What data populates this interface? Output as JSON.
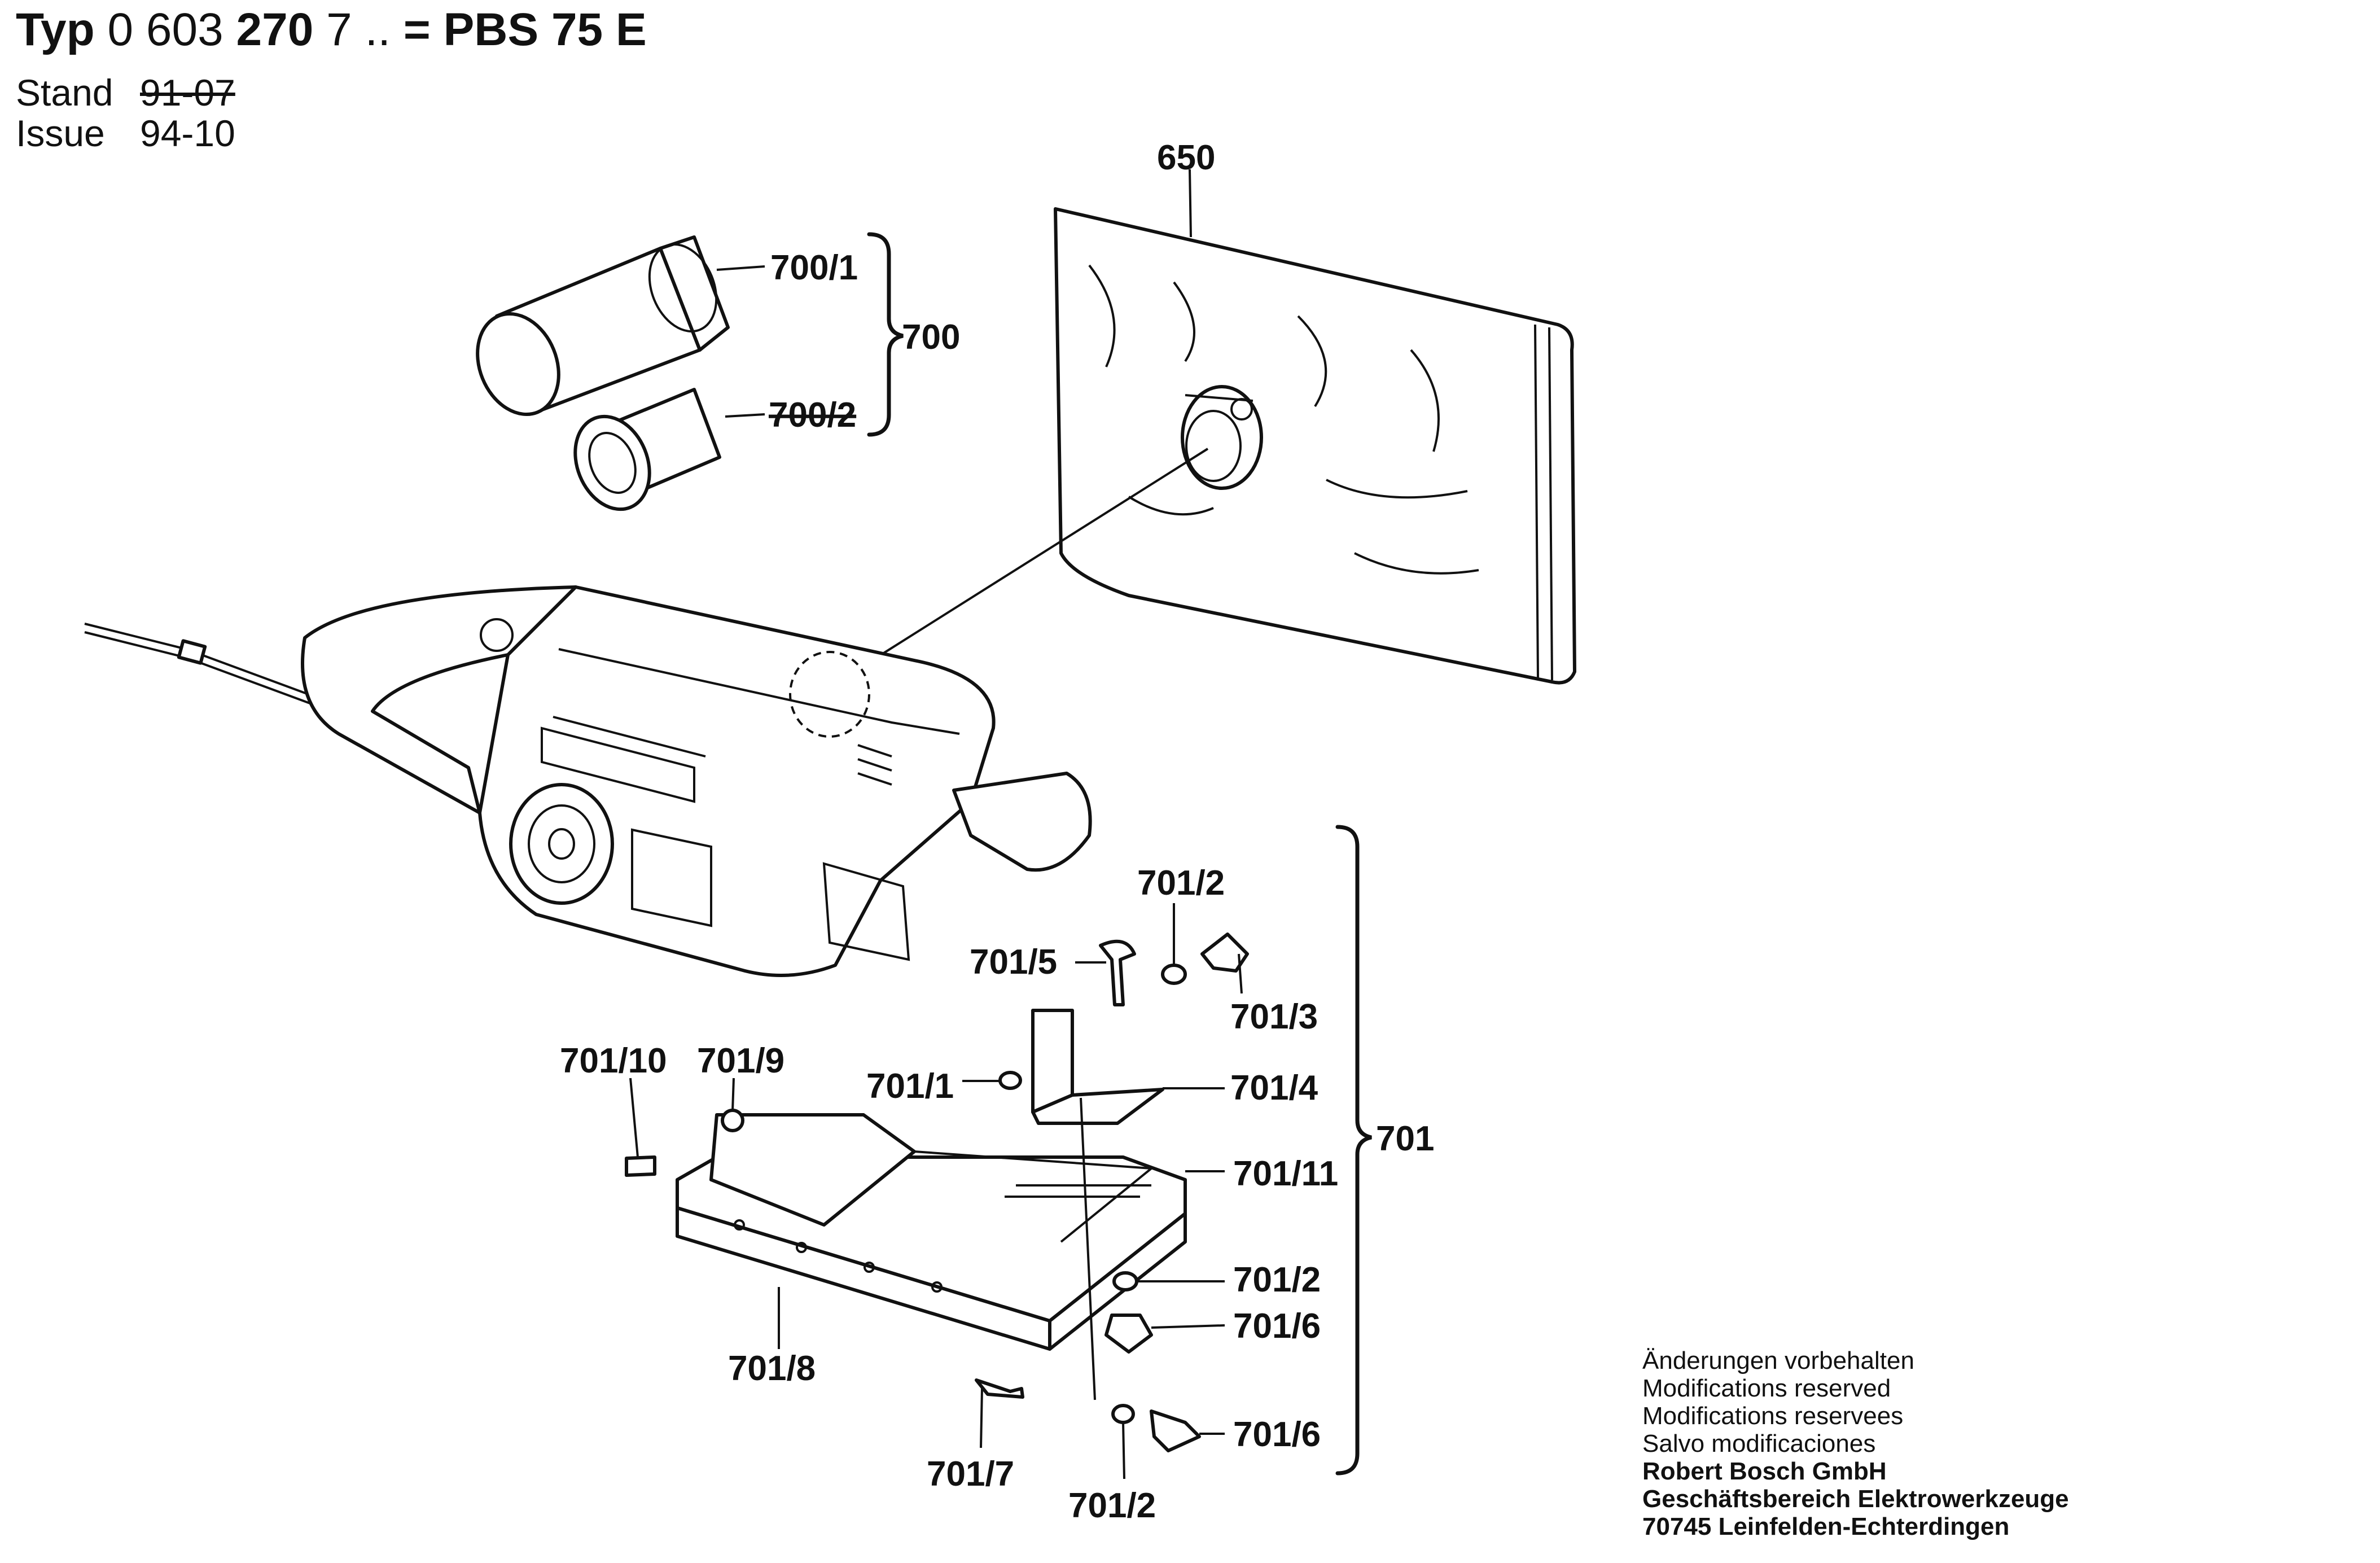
{
  "header": {
    "typ_prefix": "Typ",
    "typ_number_a": "0 603",
    "typ_number_b": "270",
    "typ_number_c": "7 ..",
    "typ_eq": "=",
    "model": "PBS 75 E",
    "stand_label": "Stand",
    "stand_value": "91-07",
    "issue_label": "Issue",
    "issue_value": "94-10"
  },
  "parts": {
    "p650": "650",
    "p700": "700",
    "p700_1": "700/1",
    "p700_2": "700/2",
    "p701": "701",
    "p701_1": "701/1",
    "p701_2": "701/2",
    "p701_3": "701/3",
    "p701_4": "701/4",
    "p701_5": "701/5",
    "p701_6": "701/6",
    "p701_7": "701/7",
    "p701_8": "701/8",
    "p701_9": "701/9",
    "p701_10": "701/10",
    "p701_11": "701/11"
  },
  "notes": {
    "line1": "Änderungen vorbehalten",
    "line2": "Modifications reserved",
    "line3": "Modifications reservees",
    "line4": "Salvo modificaciones",
    "company": "Robert Bosch GmbH",
    "division": "Geschäftsbereich Elektrowerkzeuge",
    "address": "70745 Leinfelden-Echterdingen"
  }
}
